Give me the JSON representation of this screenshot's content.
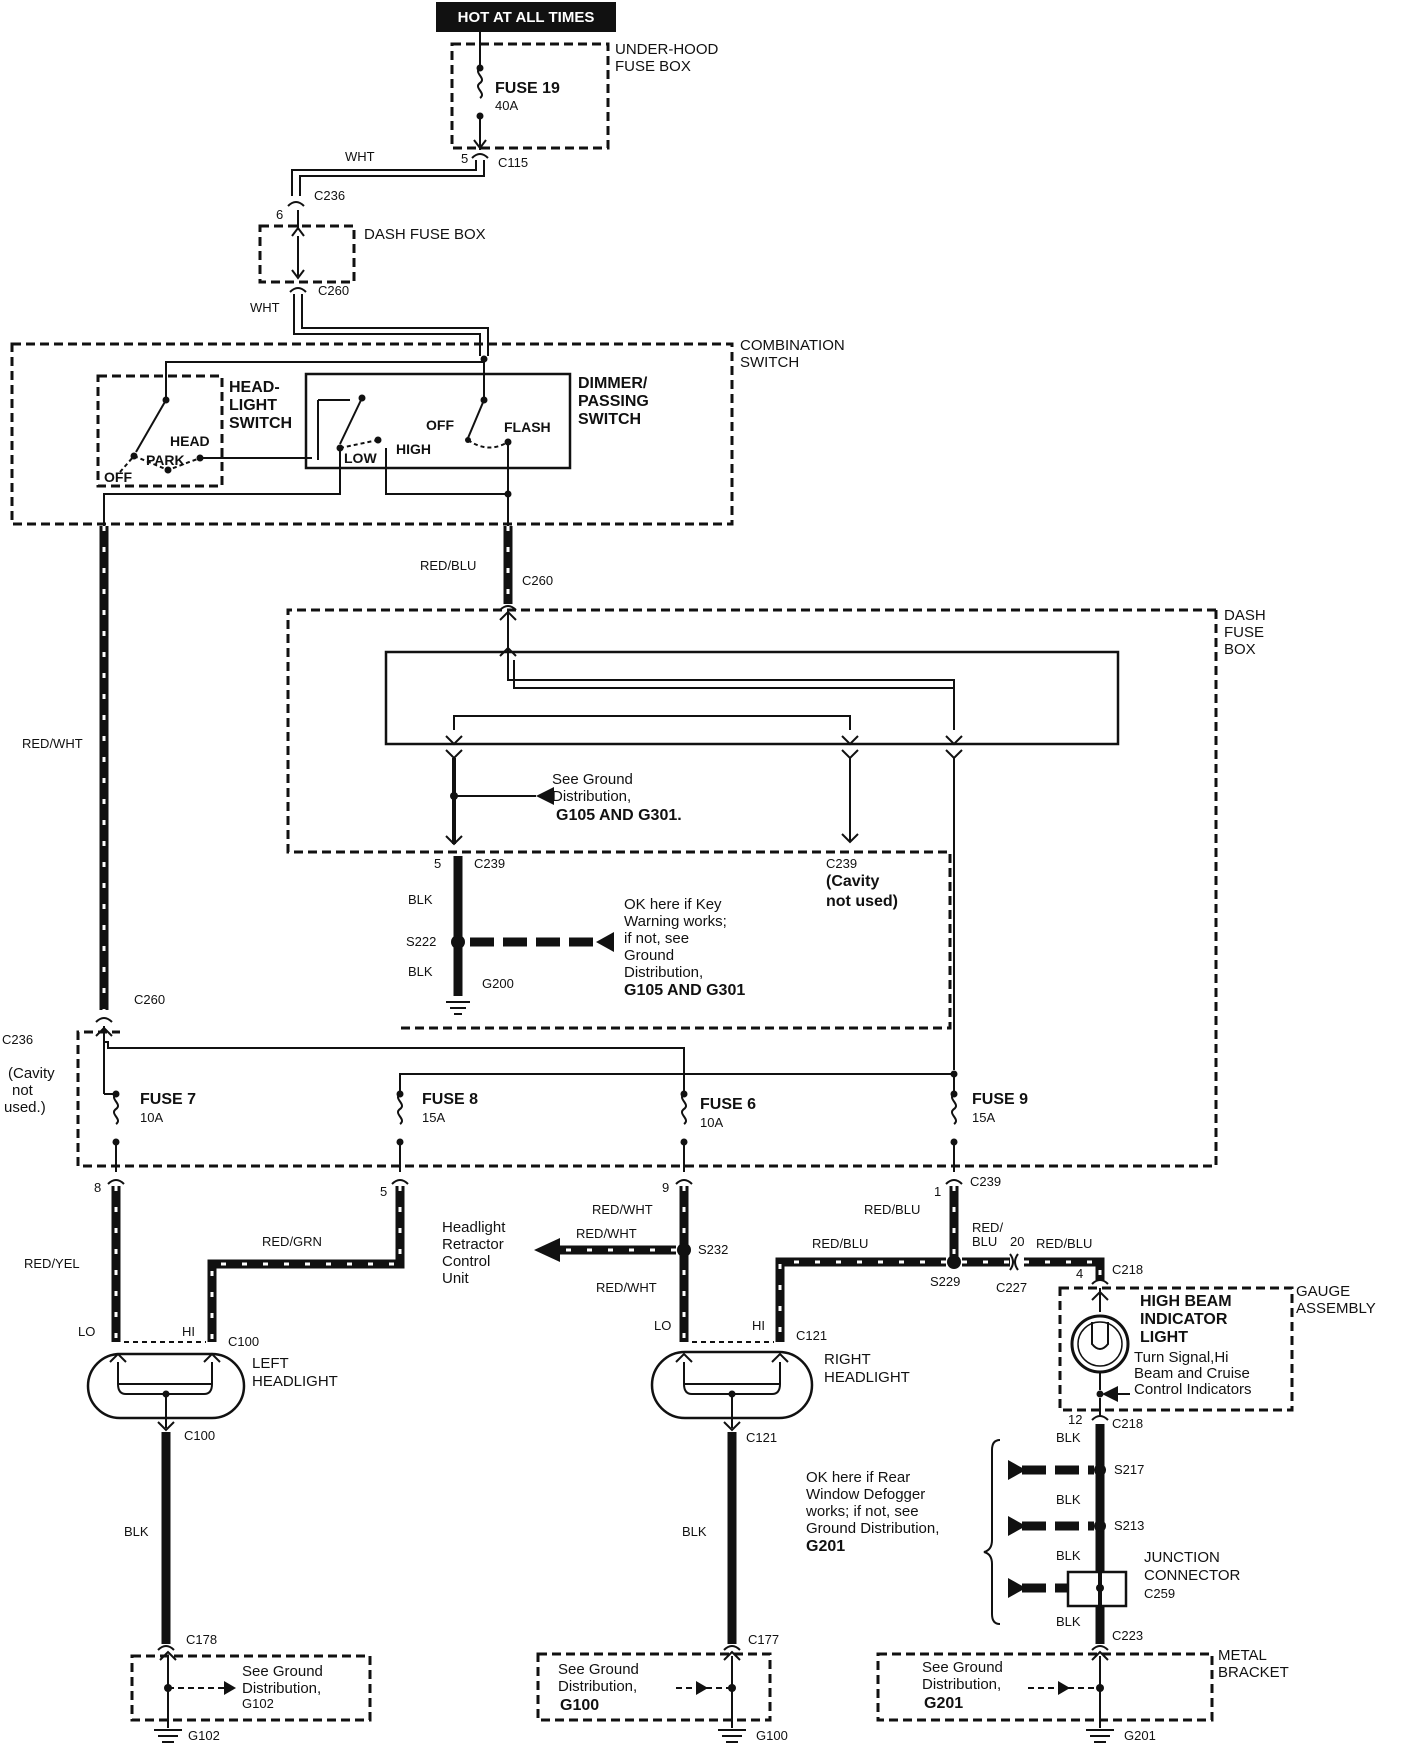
{
  "header": {
    "hot_label": "HOT AT ALL TIMES"
  },
  "boxes": {
    "underhood": [
      "UNDER-HOOD",
      "FUSE BOX"
    ],
    "dash_fuse_top": "DASH FUSE BOX",
    "combination": [
      "COMBINATION",
      "SWITCH"
    ],
    "headlight_switch": [
      "HEAD-",
      "LIGHT",
      "SWITCH"
    ],
    "dimmer_switch": [
      "DIMMER/",
      "PASSING",
      "SWITCH"
    ],
    "dash_fuse_main": [
      "DASH",
      "FUSE",
      "BOX"
    ],
    "gauge": [
      "GAUGE",
      "ASSEMBLY"
    ],
    "metal_bracket": [
      "METAL",
      "BRACKET"
    ],
    "junction": [
      "JUNCTION",
      "CONNECTOR"
    ]
  },
  "fuses": {
    "f19": {
      "name": "FUSE 19",
      "rating": "40A"
    },
    "f7": {
      "name": "FUSE 7",
      "rating": "10A"
    },
    "f8": {
      "name": "FUSE 8",
      "rating": "15A"
    },
    "f6": {
      "name": "FUSE 6",
      "rating": "10A"
    },
    "f9": {
      "name": "FUSE 9",
      "rating": "15A"
    }
  },
  "connectors": {
    "c115": "C115",
    "c236": "C236",
    "c260": "C260",
    "c239": "C239",
    "c100": "C100",
    "c121": "C121",
    "c218": "C218",
    "c227": "C227",
    "c178": "C178",
    "c177": "C177",
    "c223": "C223",
    "c259": "C259"
  },
  "pins": {
    "p5": "5",
    "p6": "6",
    "p8": "8",
    "p9": "9",
    "p1": "1",
    "p20": "20",
    "p4": "4",
    "p12": "12"
  },
  "splices": {
    "s222": "S222",
    "s232": "S232",
    "s229": "S229",
    "s217": "S217",
    "s213": "S213"
  },
  "grounds": {
    "g200": "G200",
    "g102": "G102",
    "g100": "G100",
    "g201": "G201"
  },
  "wires": {
    "wht": "WHT",
    "red_blu": "RED/BLU",
    "red_wht": "RED/WHT",
    "blk": "BLK",
    "red_yel": "RED/YEL",
    "red_grn": "RED/GRN",
    "red_slash": "RED/",
    "blu": "BLU"
  },
  "switch_positions": {
    "off": "OFF",
    "park": "PARK",
    "head": "HEAD",
    "low": "LOW",
    "high": "HIGH",
    "flash": "FLASH"
  },
  "headlights": {
    "left": [
      "LEFT",
      "HEADLIGHT"
    ],
    "right": [
      "RIGHT",
      "HEADLIGHT"
    ],
    "lo": "LO",
    "hi": "HI"
  },
  "notes": {
    "ground_g105": [
      "See Ground",
      "Distribution,",
      "G105 AND G301."
    ],
    "key_warning": [
      "OK here if Key",
      "Warning works;",
      "if not, see",
      "Ground",
      "Distribution,",
      "G105 AND G301"
    ],
    "cavity_239": [
      "C239",
      "(Cavity",
      "not used)"
    ],
    "cavity_236": [
      "(Cavity",
      "not",
      "used.)"
    ],
    "retractor": [
      "Headlight",
      "Retractor",
      "Control",
      "Unit"
    ],
    "high_beam": [
      "HIGH BEAM",
      "INDICATOR",
      "LIGHT"
    ],
    "turn_signal": [
      "Turn Signal,Hi",
      "Beam and Cruise",
      "Control Indicators"
    ],
    "defogger": [
      "OK here if Rear",
      "Window Defogger",
      "works; if not, see",
      "Ground Distribution,",
      "G201"
    ],
    "ground_g102": [
      "See Ground",
      "Distribution,",
      "G102"
    ],
    "ground_g100": [
      "See Ground",
      "Distribution,",
      "G100"
    ],
    "ground_g201": [
      "See Ground",
      "Distribution,",
      "G201"
    ]
  }
}
